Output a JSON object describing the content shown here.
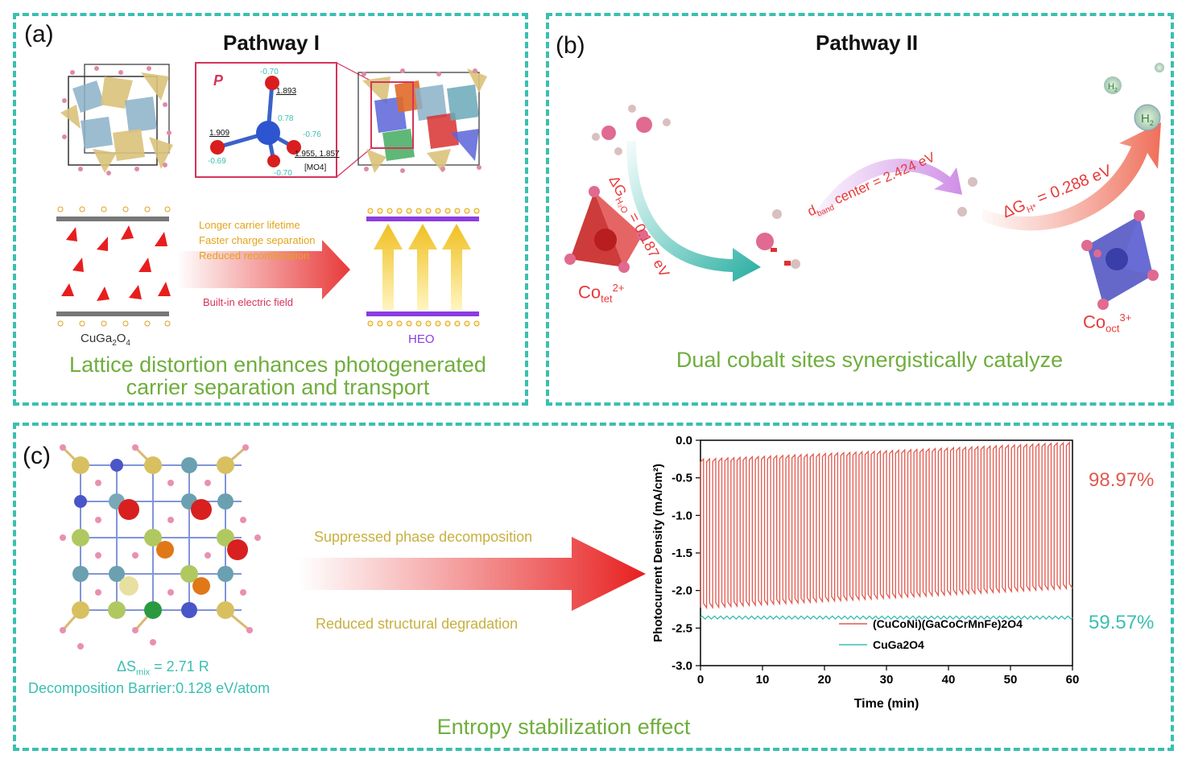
{
  "panels": {
    "a": {
      "tag": "(a)",
      "title": "Pathway I",
      "bond_label": "P",
      "mo4_label": "[MO4]",
      "charges": [
        "-0.70",
        "0.78",
        "-0.76",
        "-0.69",
        "-0.70"
      ],
      "bond_lengths": [
        "1.893",
        "1.909",
        "1.955, 1.857"
      ],
      "effects": [
        "Longer carrier lifetime",
        "Faster charge separation",
        "Reduced recombination"
      ],
      "field_label": "Built-in electric field",
      "left_material": "CuGa2O4",
      "right_material": "HEO",
      "caption_line1": "Lattice distortion enhances photogenerated",
      "caption_line2": "carrier separation and transport"
    },
    "b": {
      "tag": "(b)",
      "title": "Pathway II",
      "dg_h2o": "ΔG",
      "dg_h2o_sub": "H₂O",
      "dg_h2o_val": " = 0.187 eV",
      "dband": "d",
      "dband_sub": "band",
      "dband_val": " center = 2.424 eV",
      "dg_h": "ΔG",
      "dg_h_sub": "H*",
      "dg_h_val": " = 0.288 eV",
      "co_tet": "Co",
      "co_tet_sub": "tet",
      "co_tet_sup": "2+",
      "co_oct": "Co",
      "co_oct_sub": "oct",
      "co_oct_sup": "3+",
      "h2_label": "H2",
      "caption": "Dual cobalt sites synergistically catalyze"
    },
    "c": {
      "tag": "(c)",
      "top_text": "Suppressed phase decomposition",
      "bottom_text": "Reduced structural degradation",
      "entropy_prefix": "ΔS",
      "entropy_sub": "mix",
      "entropy_value": " = 2.71 R",
      "barrier": "Decomposition Barrier:0.128 eV/atom",
      "caption": "Entropy stabilization effect",
      "pct_heo": "98.97%",
      "pct_cuga": "59.57%"
    }
  },
  "chart_data": {
    "type": "line",
    "xlabel": "Time (min)",
    "ylabel": "Photocurrent Density (mA/cm²)",
    "xlim": [
      0,
      60
    ],
    "ylim": [
      -3.0,
      0.0
    ],
    "xticks": [
      "0",
      "10",
      "20",
      "30",
      "40",
      "50",
      "60"
    ],
    "yticks": [
      "0.0",
      "-0.5",
      "-1.0",
      "-1.5",
      "-2.0",
      "-2.5",
      "-3.0"
    ],
    "legend_position": "bottom-right",
    "series": [
      {
        "name": "(CuCoNi)(GaCoCrMnFe)2O4",
        "color": "#e05a50",
        "cycles": 61,
        "light_on_start": -0.25,
        "light_on_end": -0.03,
        "dark_start": -2.23,
        "dark_end": -1.97
      },
      {
        "name": "CuGa2O4",
        "color": "#3bbfb0",
        "baseline": -2.36,
        "ripple": 0.04
      }
    ]
  },
  "colors": {
    "border": "#3bbfb0",
    "caption_green": "#6fae3d",
    "red": "#e83a3a",
    "teal": "#3bbfb0",
    "purple": "#8a3de0",
    "gold": "#e2a41c"
  }
}
